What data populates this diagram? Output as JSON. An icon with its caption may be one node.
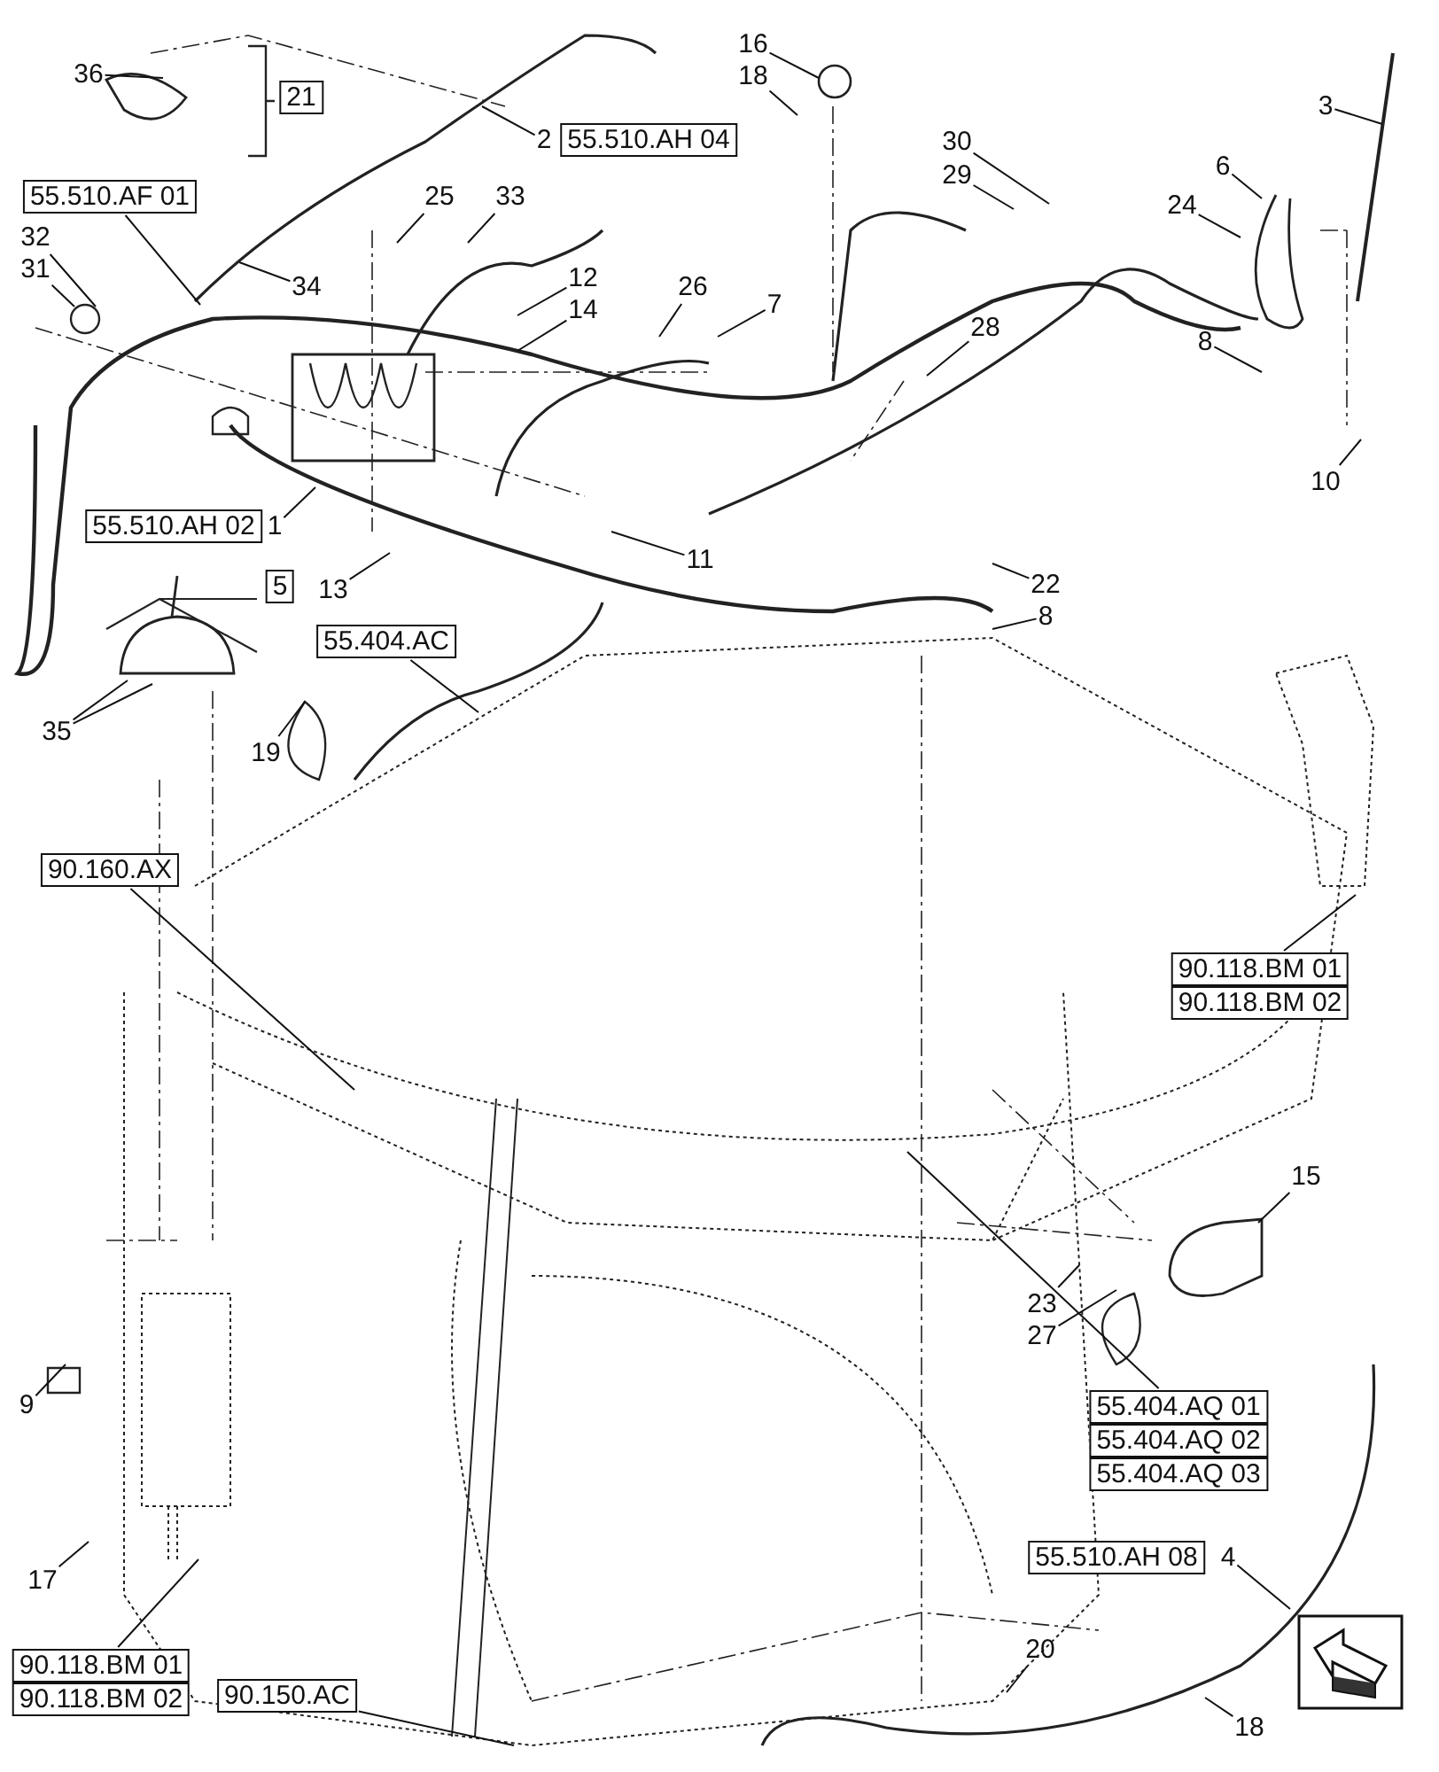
{
  "diagram": {
    "nodes": [
      {
        "text": [
          "36"
        ]
      },
      {
        "text": [
          "21"
        ]
      },
      {
        "text": [
          "16"
        ]
      },
      {
        "text": [
          "18"
        ]
      },
      {
        "text": [
          "3"
        ]
      },
      {
        "text": [
          "2"
        ]
      },
      {
        "text": [
          "55.510.AH 04"
        ]
      },
      {
        "text": [
          "30"
        ]
      },
      {
        "text": [
          "6"
        ]
      },
      {
        "text": [
          "29"
        ]
      },
      {
        "text": [
          "55.510.AF 01"
        ]
      },
      {
        "text": [
          "25"
        ]
      },
      {
        "text": [
          "33"
        ]
      },
      {
        "text": [
          "24"
        ]
      },
      {
        "text": [
          "32"
        ]
      },
      {
        "text": [
          "34"
        ]
      },
      {
        "text": [
          "31"
        ]
      },
      {
        "text": [
          "12"
        ]
      },
      {
        "text": [
          "26"
        ]
      },
      {
        "text": [
          "7"
        ]
      },
      {
        "text": [
          "14"
        ]
      },
      {
        "text": [
          "8"
        ]
      },
      {
        "text": [
          "28"
        ]
      },
      {
        "text": [
          "10"
        ]
      },
      {
        "text": [
          "1"
        ]
      },
      {
        "text": [
          "55.510.AH 02"
        ]
      },
      {
        "text": [
          "11"
        ]
      },
      {
        "text": [
          "13"
        ]
      },
      {
        "text": [
          "5"
        ]
      },
      {
        "text": [
          "22"
        ]
      },
      {
        "text": [
          "8"
        ]
      },
      {
        "text": [
          "55.404.AC"
        ]
      },
      {
        "text": [
          "35"
        ]
      },
      {
        "text": [
          "19"
        ]
      },
      {
        "text": [
          "90.160.AX"
        ]
      },
      {
        "text": [
          "90.118.BM 01"
        ]
      },
      {
        "text": [
          "90.118.BM 02"
        ]
      },
      {
        "text": [
          "15"
        ]
      },
      {
        "text": [
          "23"
        ]
      },
      {
        "text": [
          "27"
        ]
      },
      {
        "text": [
          "9"
        ]
      },
      {
        "text": [
          "55.404.AQ 01"
        ]
      },
      {
        "text": [
          "55.404.AQ 02"
        ]
      },
      {
        "text": [
          "55.404.AQ 03"
        ]
      },
      {
        "text": [
          "55.510.AH 08"
        ]
      },
      {
        "text": [
          "4"
        ]
      },
      {
        "text": [
          "17"
        ]
      },
      {
        "text": [
          "20"
        ]
      },
      {
        "text": [
          "90.118.BM 01"
        ]
      },
      {
        "text": [
          "90.118.BM 02"
        ]
      },
      {
        "text": [
          "90.150.AC"
        ]
      },
      {
        "text": [
          "18"
        ]
      }
    ],
    "edges": [
      {
        "from": 0,
        "to": null,
        "arrow": "none"
      },
      {
        "from": 2,
        "to": null,
        "arrow": "none"
      },
      {
        "from": 3,
        "to": null,
        "arrow": "none"
      },
      {
        "from": 4,
        "to": null,
        "arrow": "none"
      },
      {
        "from": 5,
        "to": null,
        "arrow": "none"
      },
      {
        "from": 7,
        "to": null,
        "arrow": "none"
      },
      {
        "from": 8,
        "to": null,
        "arrow": "none"
      },
      {
        "from": 9,
        "to": null,
        "arrow": "none"
      },
      {
        "from": 10,
        "to": null,
        "arrow": "none"
      },
      {
        "from": 11,
        "to": null,
        "arrow": "none"
      },
      {
        "from": 12,
        "to": null,
        "arrow": "none"
      },
      {
        "from": 13,
        "to": null,
        "arrow": "none"
      },
      {
        "from": 14,
        "to": null,
        "arrow": "none"
      },
      {
        "from": 15,
        "to": null,
        "arrow": "none"
      },
      {
        "from": 16,
        "to": null,
        "arrow": "none"
      },
      {
        "from": 17,
        "to": null,
        "arrow": "none"
      },
      {
        "from": 18,
        "to": null,
        "arrow": "none"
      },
      {
        "from": 19,
        "to": null,
        "arrow": "none"
      },
      {
        "from": 20,
        "to": null,
        "arrow": "none"
      },
      {
        "from": 21,
        "to": null,
        "arrow": "none"
      },
      {
        "from": 22,
        "to": null,
        "arrow": "none"
      },
      {
        "from": 23,
        "to": null,
        "arrow": "none"
      },
      {
        "from": 24,
        "to": null,
        "arrow": "none"
      },
      {
        "from": 26,
        "to": null,
        "arrow": "none"
      },
      {
        "from": 27,
        "to": null,
        "arrow": "none"
      },
      {
        "from": 29,
        "to": null,
        "arrow": "none"
      },
      {
        "from": 30,
        "to": null,
        "arrow": "none"
      },
      {
        "from": 31,
        "to": null,
        "arrow": "none"
      },
      {
        "from": 32,
        "to": null,
        "arrow": "none"
      },
      {
        "from": 32,
        "to": null,
        "arrow": "none"
      },
      {
        "from": 33,
        "to": null,
        "arrow": "none"
      },
      {
        "from": 34,
        "to": null,
        "arrow": "none"
      },
      {
        "from": 35,
        "to": null,
        "arrow": "none"
      },
      {
        "from": 37,
        "to": null,
        "arrow": "none"
      },
      {
        "from": 38,
        "to": null,
        "arrow": "none"
      },
      {
        "from": 39,
        "to": null,
        "arrow": "none"
      },
      {
        "from": 40,
        "to": null,
        "arrow": "none"
      },
      {
        "from": 41,
        "to": null,
        "arrow": "none"
      },
      {
        "from": 45,
        "to": null,
        "arrow": "none"
      },
      {
        "from": 46,
        "to": null,
        "arrow": "none"
      },
      {
        "from": 47,
        "to": null,
        "arrow": "none"
      },
      {
        "from": 48,
        "to": null,
        "arrow": "none"
      },
      {
        "from": 50,
        "to": null,
        "arrow": "none"
      },
      {
        "from": 51,
        "to": null,
        "arrow": "none"
      }
    ]
  }
}
